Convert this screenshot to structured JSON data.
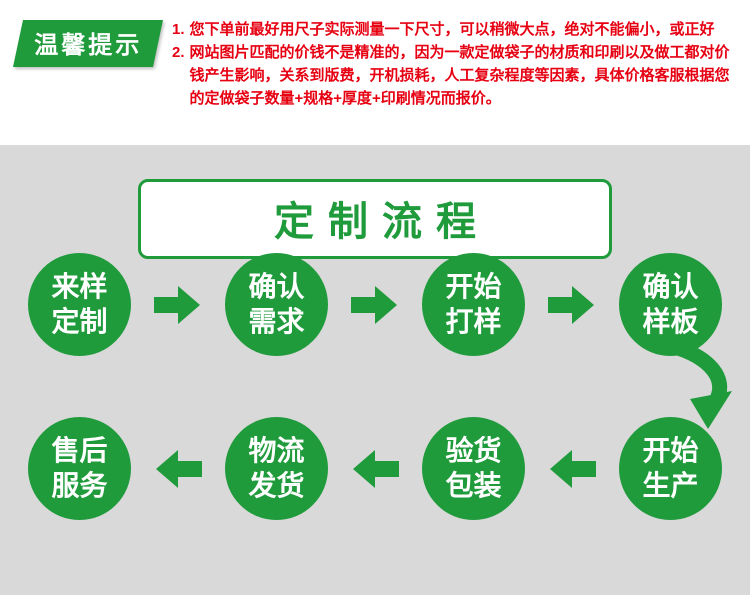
{
  "colors": {
    "green": "#1f9b3c",
    "red": "#e60012",
    "bg_gray": "#d9d9d9"
  },
  "tips": {
    "badge": "温馨提示",
    "items": [
      {
        "num": "1.",
        "text": "您下单前最好用尺子实际测量一下尺寸，可以稍微大点，绝对不能偏小，或正好"
      },
      {
        "num": "2.",
        "text": "网站图片匹配的价钱不是精准的，因为一款定做袋子的材质和印刷以及做工都对价钱产生影响，关系到版费，开机损耗，人工复杂程度等因素，具体价格客服根据您的定做袋子数量+规格+厚度+印刷情况而报价。"
      }
    ]
  },
  "process": {
    "title": "定制流程",
    "row1": [
      {
        "line1": "来样",
        "line2": "定制"
      },
      {
        "line1": "确认",
        "line2": "需求"
      },
      {
        "line1": "开始",
        "line2": "打样"
      },
      {
        "line1": "确认",
        "line2": "样板"
      }
    ],
    "row2": [
      {
        "line1": "售后",
        "line2": "服务"
      },
      {
        "line1": "物流",
        "line2": "发货"
      },
      {
        "line1": "验货",
        "line2": "包装"
      },
      {
        "line1": "开始",
        "line2": "生产"
      }
    ]
  }
}
